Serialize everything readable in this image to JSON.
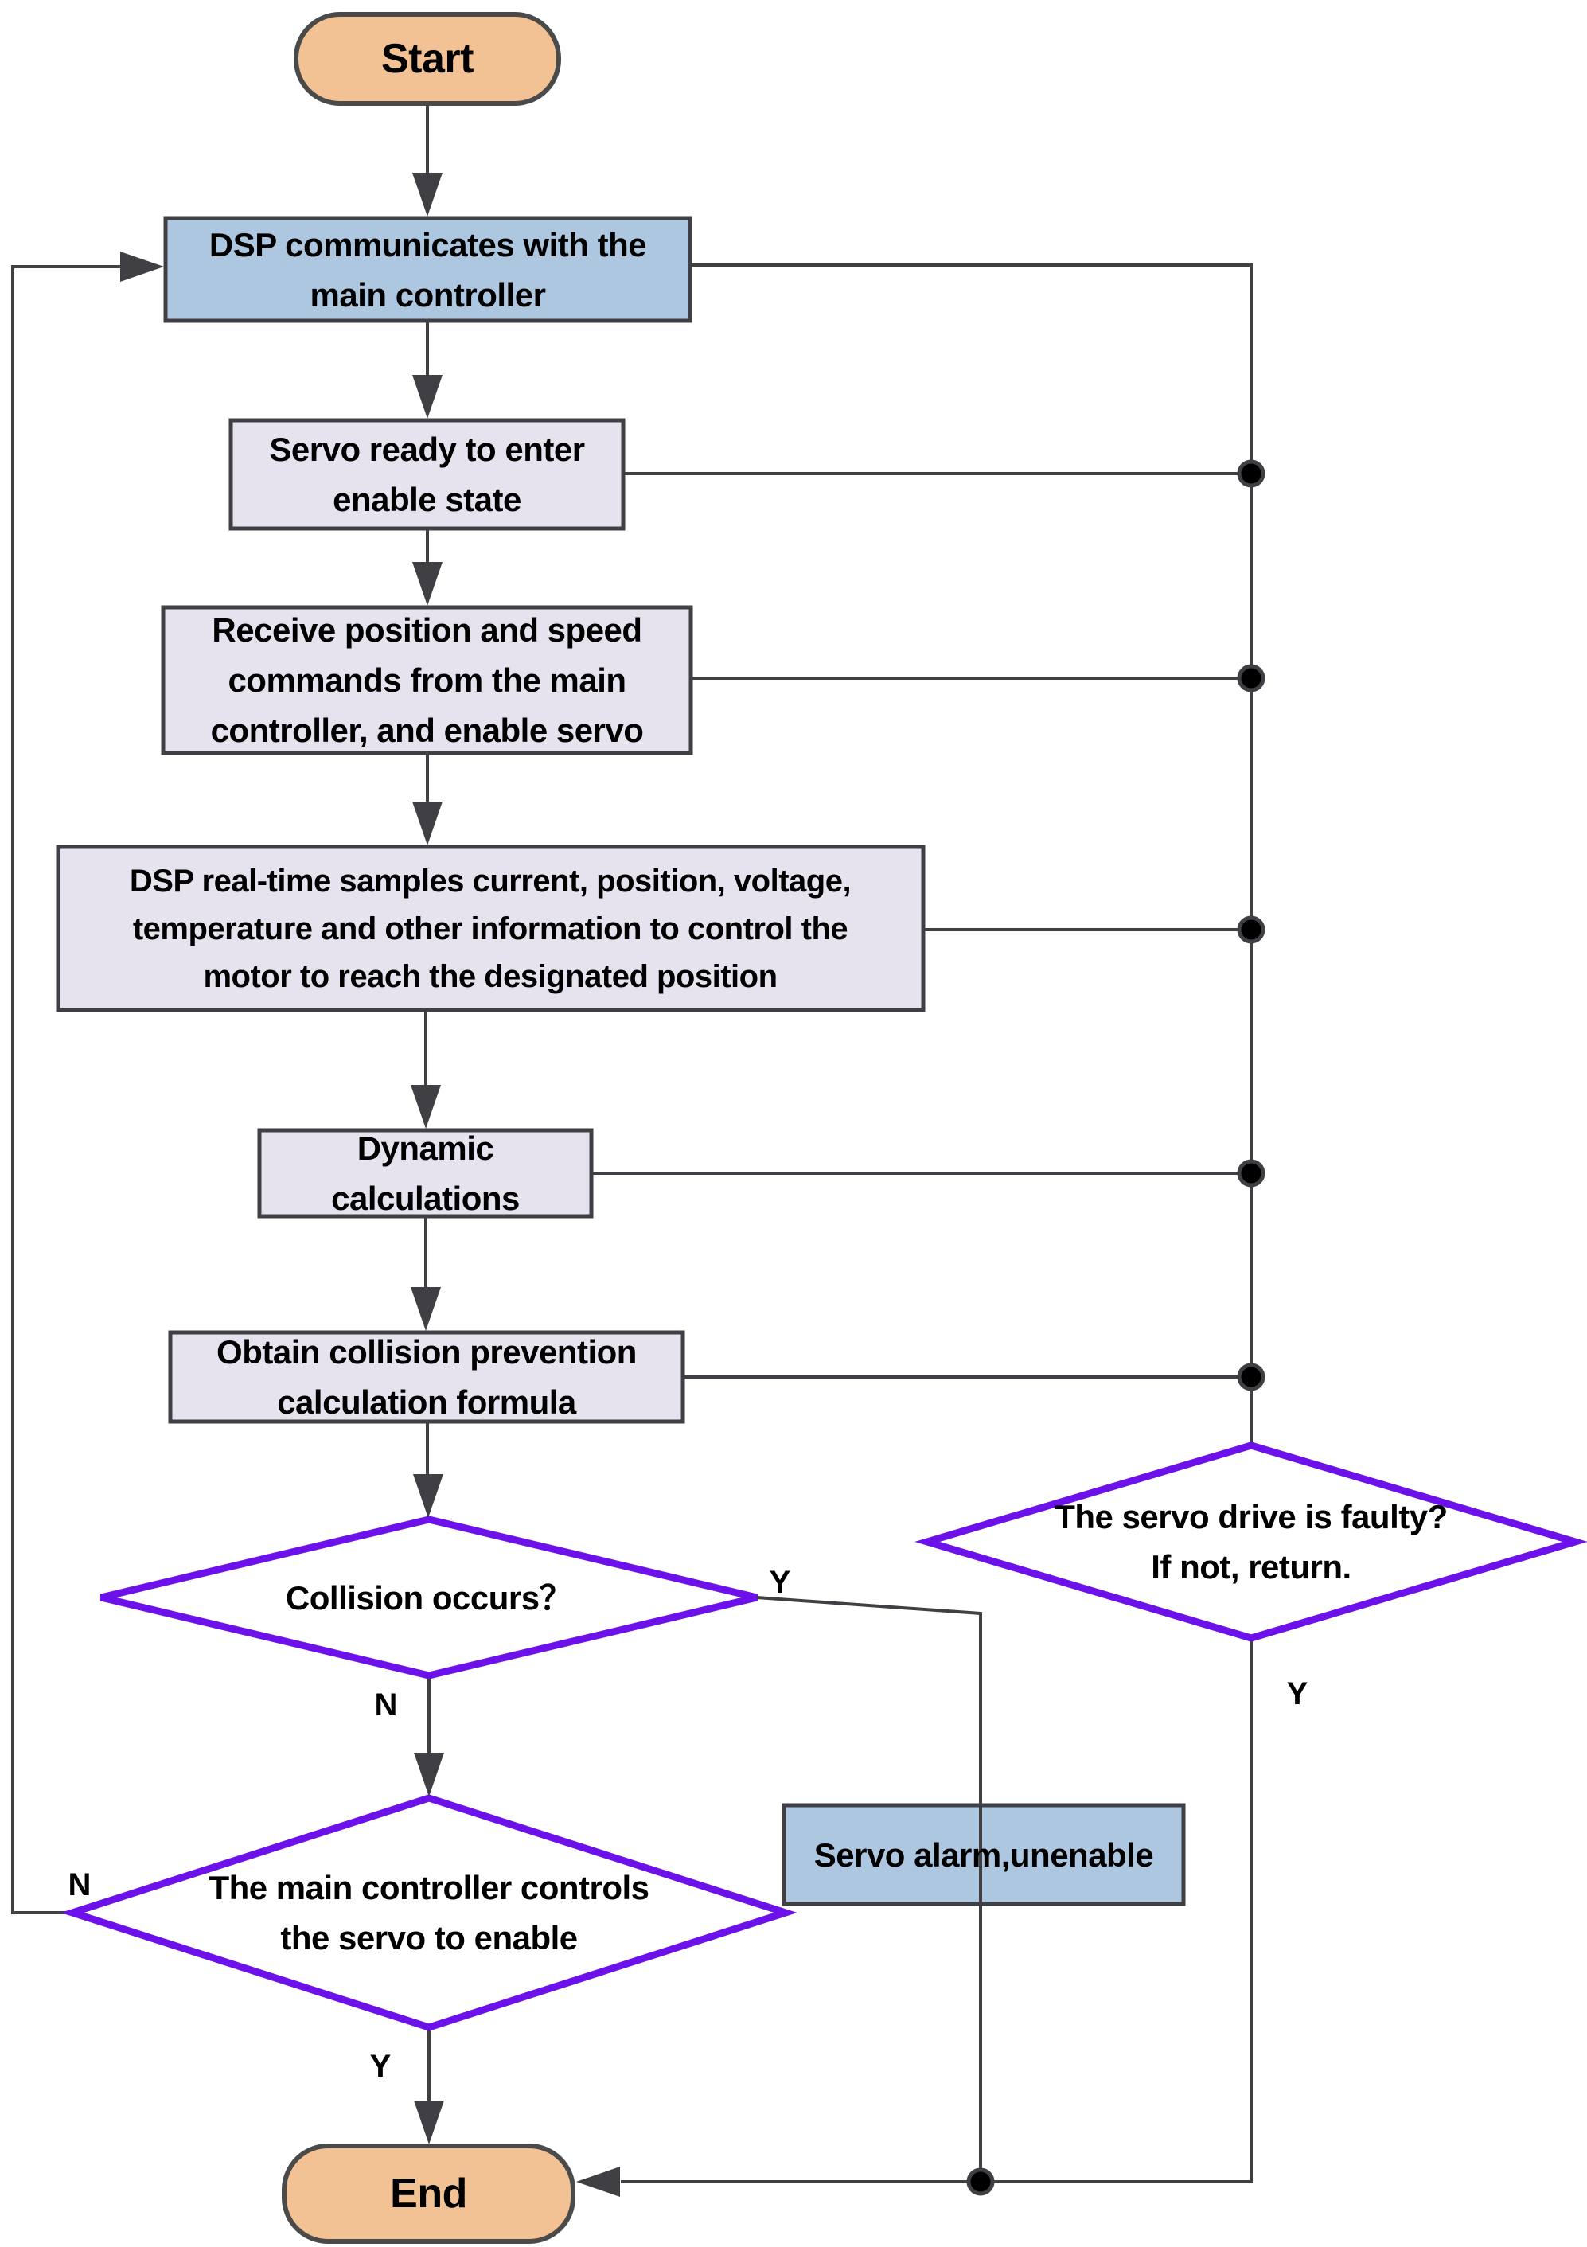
{
  "colors": {
    "terminal_fill": "#F2C294",
    "process_fill": "#E6E3EE",
    "highlight_fill": "#AEC7E1",
    "decision_border": "#6C11E9",
    "line": "#3F3F44",
    "dot": "#000000",
    "text": "#000000"
  },
  "nodes": {
    "start": {
      "label": "Start"
    },
    "dsp_comm": {
      "label": "DSP communicates with the\nmain controller"
    },
    "servo_ready": {
      "label": "Servo ready to enter\nenable state"
    },
    "receive_commands": {
      "label": "Receive position and speed\ncommands from the main\ncontroller, and enable  servo"
    },
    "dsp_samples": {
      "label": "DSP real-time samples current, position, voltage,\ntemperature and other information to control the\nmotor to reach the designated position"
    },
    "dynamic_calc": {
      "label": "Dynamic\ncalculations"
    },
    "obtain_formula": {
      "label": "Obtain collision prevention\ncalculation formula"
    },
    "collision_occurs": {
      "label": "Collision occurs？"
    },
    "servo_faulty": {
      "label": "The servo drive is faulty?\nIf not, return."
    },
    "main_controller_enable": {
      "label": "The main controller controls\nthe servo to enable"
    },
    "servo_alarm": {
      "label": "Servo alarm,unenable"
    },
    "end": {
      "label": "End"
    }
  },
  "edge_labels": {
    "collision_yes": "Y",
    "collision_no": "N",
    "faulty_yes": "Y",
    "enable_no": "N",
    "enable_yes": "Y"
  }
}
